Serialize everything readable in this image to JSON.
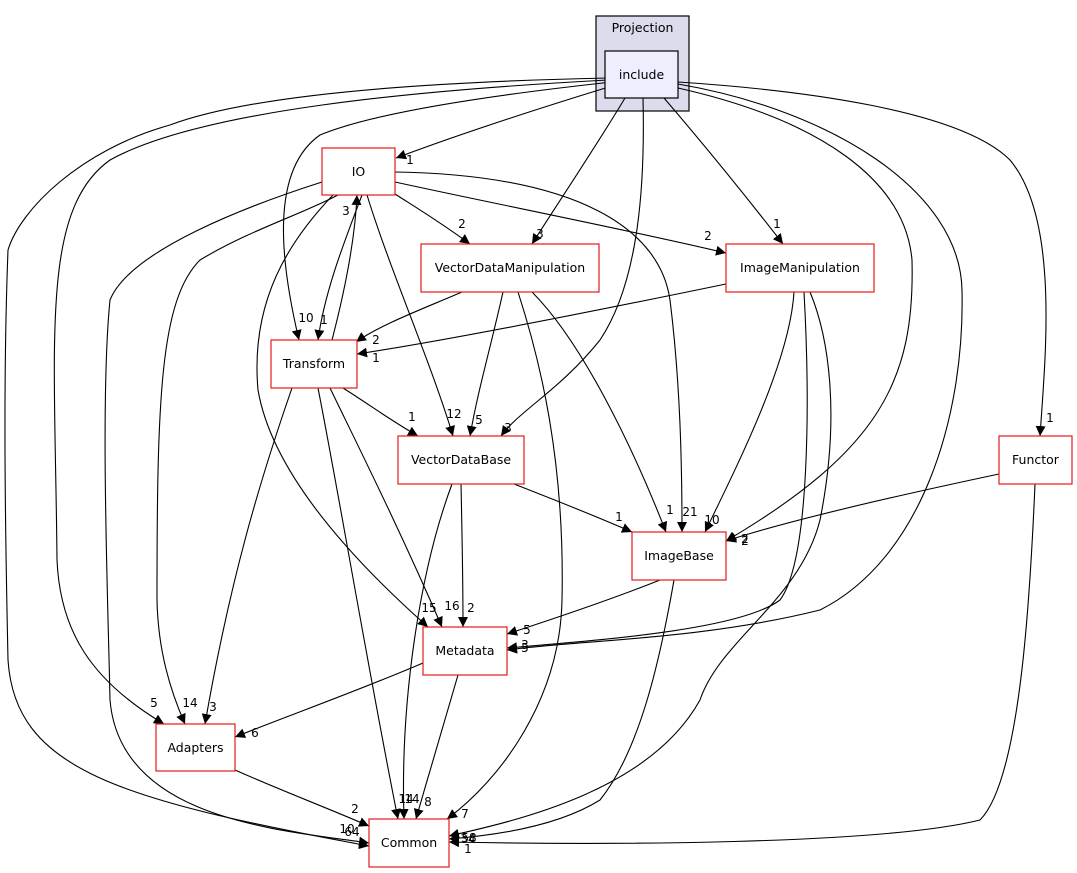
{
  "cluster": {
    "label": "Projection"
  },
  "focus": {
    "id": "include",
    "label": "include"
  },
  "nodes": [
    {
      "id": "io",
      "label": "IO"
    },
    {
      "id": "vdm",
      "label": "VectorDataManipulation"
    },
    {
      "id": "imgman",
      "label": "ImageManipulation"
    },
    {
      "id": "transform",
      "label": "Transform"
    },
    {
      "id": "vdb",
      "label": "VectorDataBase"
    },
    {
      "id": "functor",
      "label": "Functor"
    },
    {
      "id": "imagebase",
      "label": "ImageBase"
    },
    {
      "id": "metadata",
      "label": "Metadata"
    },
    {
      "id": "adapters",
      "label": "Adapters"
    },
    {
      "id": "common",
      "label": "Common"
    }
  ],
  "edges": [
    {
      "from": "include",
      "to": "io",
      "label": "1"
    },
    {
      "from": "include",
      "to": "vdm",
      "label": "3"
    },
    {
      "from": "include",
      "to": "imgman",
      "label": "1"
    },
    {
      "from": "include",
      "to": "transform",
      "label": "10"
    },
    {
      "from": "include",
      "to": "vdb",
      "label": "3"
    },
    {
      "from": "include",
      "to": "functor",
      "label": "1"
    },
    {
      "from": "include",
      "to": "imagebase",
      "label": "2"
    },
    {
      "from": "include",
      "to": "metadata",
      "label": "5"
    },
    {
      "from": "include",
      "to": "adapters",
      "label": "5"
    },
    {
      "from": "include",
      "to": "common",
      "label": "10"
    },
    {
      "from": "io",
      "to": "vdm",
      "label": "2"
    },
    {
      "from": "io",
      "to": "imgman",
      "label": "2"
    },
    {
      "from": "io",
      "to": "transform",
      "label": "1"
    },
    {
      "from": "io",
      "to": "vdb",
      "label": "12"
    },
    {
      "from": "io",
      "to": "imagebase",
      "label": "21"
    },
    {
      "from": "io",
      "to": "metadata",
      "label": "15"
    },
    {
      "from": "io",
      "to": "adapters",
      "label": "14"
    },
    {
      "from": "io",
      "to": "common",
      "label": "64"
    },
    {
      "from": "vdm",
      "to": "transform",
      "label": "2"
    },
    {
      "from": "vdm",
      "to": "vdb",
      "label": "5"
    },
    {
      "from": "vdm",
      "to": "imagebase",
      "label": "1"
    },
    {
      "from": "vdm",
      "to": "common",
      "label": "7"
    },
    {
      "from": "imgman",
      "to": "transform",
      "label": "1"
    },
    {
      "from": "imgman",
      "to": "imagebase",
      "label": "10"
    },
    {
      "from": "imgman",
      "to": "metadata",
      "label": "3"
    },
    {
      "from": "imgman",
      "to": "common",
      "label": "34"
    },
    {
      "from": "transform",
      "to": "io",
      "label": "3"
    },
    {
      "from": "transform",
      "to": "vdb",
      "label": "1"
    },
    {
      "from": "transform",
      "to": "metadata",
      "label": "16"
    },
    {
      "from": "transform",
      "to": "adapters",
      "label": "3"
    },
    {
      "from": "transform",
      "to": "common",
      "label": "14"
    },
    {
      "from": "vdb",
      "to": "imagebase",
      "label": "1"
    },
    {
      "from": "vdb",
      "to": "metadata",
      "label": "2"
    },
    {
      "from": "vdb",
      "to": "common",
      "label": "14"
    },
    {
      "from": "functor",
      "to": "imagebase",
      "label": "2"
    },
    {
      "from": "functor",
      "to": "common",
      "label": "1"
    },
    {
      "from": "imagebase",
      "to": "metadata",
      "label": "5"
    },
    {
      "from": "imagebase",
      "to": "common",
      "label": "58"
    },
    {
      "from": "metadata",
      "to": "adapters",
      "label": "6"
    },
    {
      "from": "metadata",
      "to": "common",
      "label": "8"
    },
    {
      "from": "adapters",
      "to": "common",
      "label": "2"
    }
  ]
}
